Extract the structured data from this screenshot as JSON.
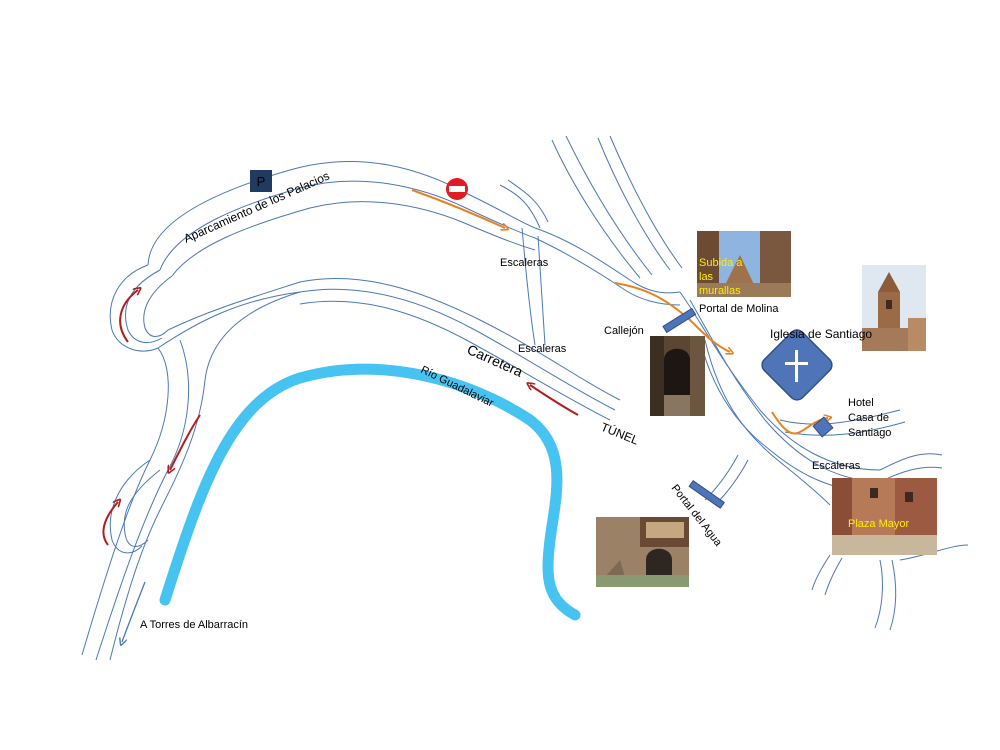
{
  "labels": {
    "parking_name": "Aparcamiento de los Palacios",
    "parking_sign": "P",
    "escaleras_top": "Escaleras",
    "escaleras_mid": "Escaleras",
    "escaleras_right": "Escaleras",
    "carretera": "Carretera",
    "rio": "Río Guadalaviar",
    "tunel": "TÚNEL",
    "torres": "A Torres de Albarracín",
    "callejon": "Callejón",
    "portal_molina": "Portal de Molina",
    "iglesia": "Iglesia de Santiago",
    "hotel_line1": "Hotel",
    "hotel_line2": "Casa de",
    "hotel_line3": "Santiago",
    "portal_agua": "Portal del Agua",
    "subida_line1": "Subida a",
    "subida_line2": "las",
    "subida_line3": "murallas",
    "plaza_mayor": "Plaza Mayor"
  },
  "icons": {
    "no_entry": "no-entry-sign-icon",
    "church": "church-cross-icon",
    "parking": "parking-sign-icon"
  },
  "colors": {
    "road": "#4a78b8",
    "river": "#46c3f0",
    "route_orange": "#e8821e",
    "route_red": "#b01e1e",
    "parking_bg": "#1f3b5f",
    "marker_blue": "#4f74b8",
    "no_entry_red": "#e11b22",
    "photo_label_yellow": "#ffee00"
  }
}
